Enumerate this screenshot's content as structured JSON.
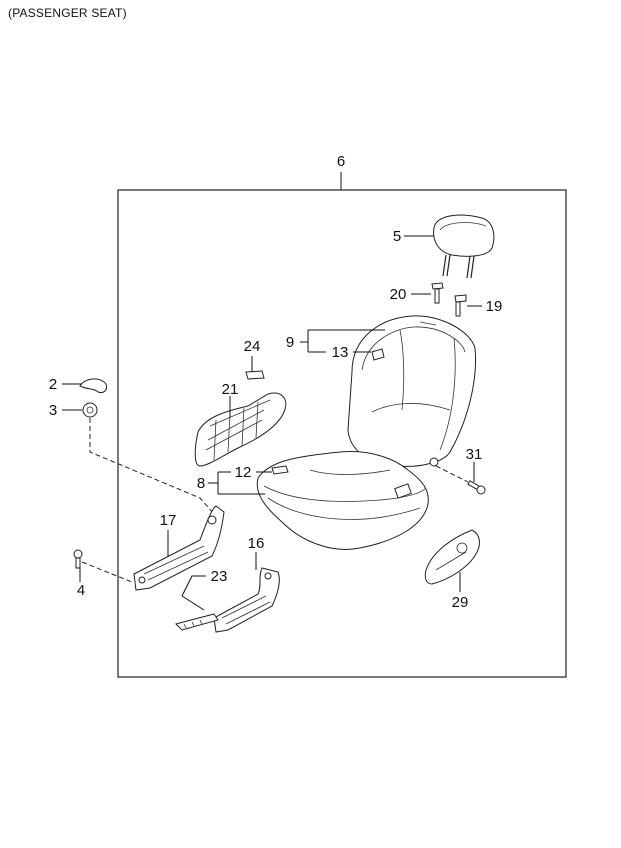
{
  "diagram": {
    "title": "(PASSENGER SEAT)",
    "callouts": {
      "c6": "6",
      "c5": "5",
      "c20": "20",
      "c19": "19",
      "c9": "9",
      "c13": "13",
      "c24": "24",
      "c21": "21",
      "c2": "2",
      "c3": "3",
      "c12": "12",
      "c8": "8",
      "c31": "31",
      "c17": "17",
      "c16": "16",
      "c23": "23",
      "c4": "4",
      "c29": "29"
    }
  }
}
